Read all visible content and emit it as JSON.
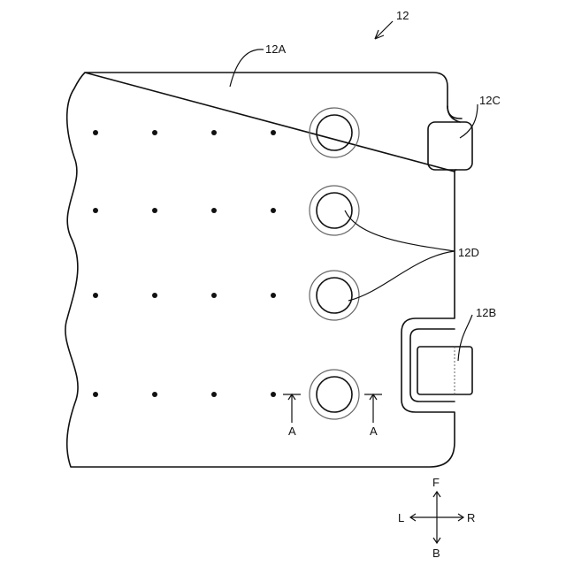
{
  "figure": {
    "reference_numeral": "12",
    "labels": {
      "main_body": "12A",
      "terminal_slot": "12B",
      "corner_tab": "12C",
      "holes": "12D",
      "section_left": "A",
      "section_right": "A"
    },
    "orientation": {
      "front": "F",
      "back": "B",
      "left": "L",
      "right": "R"
    },
    "dot_grid": {
      "rows": 4,
      "columns": 4
    },
    "holes_count": 4
  }
}
